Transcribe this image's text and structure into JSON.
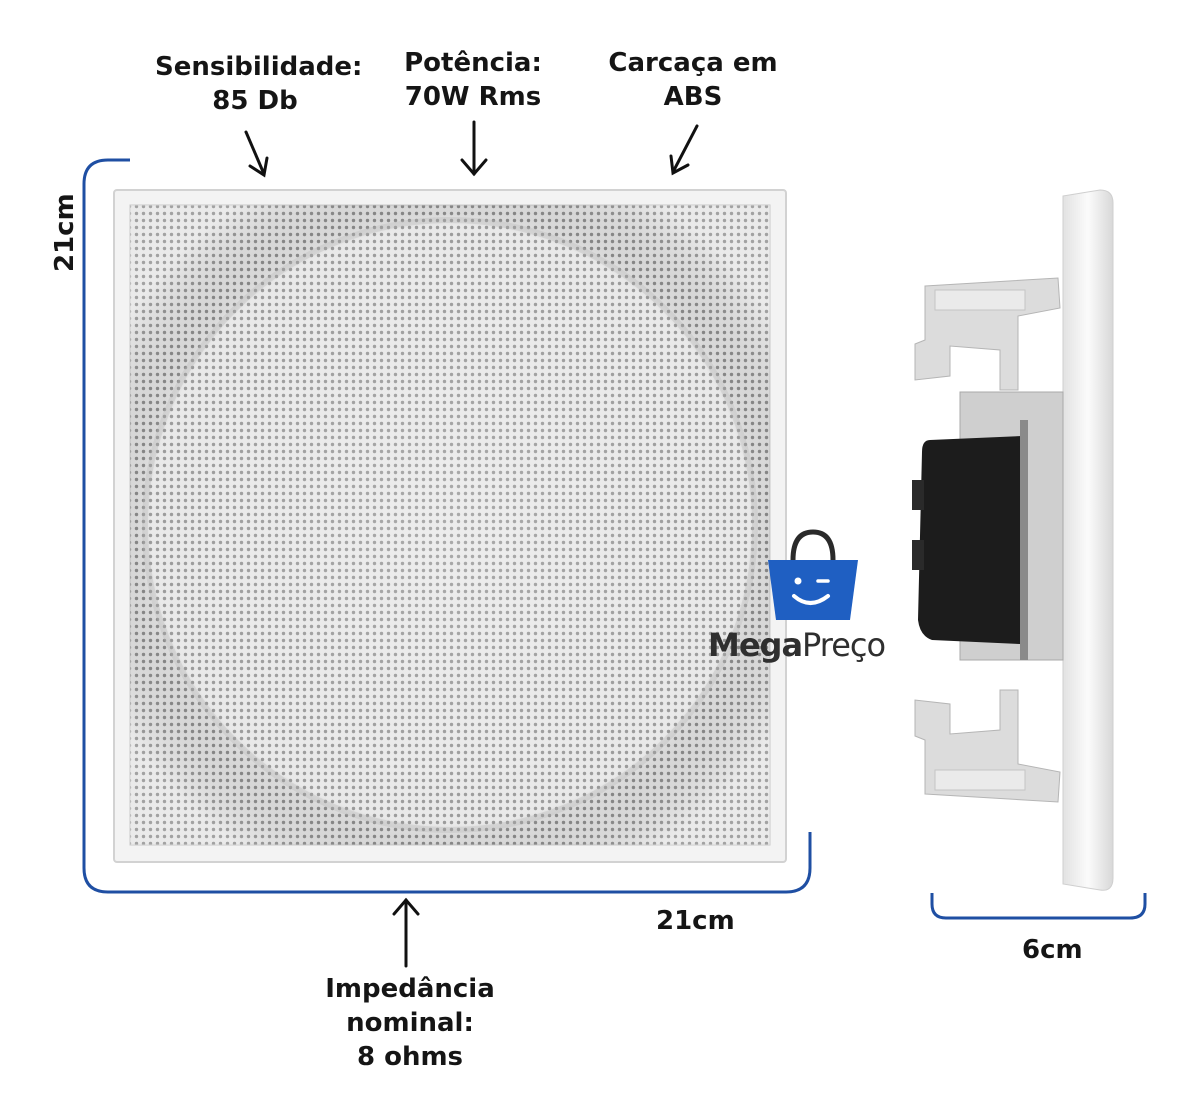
{
  "labels": {
    "sensitivity": [
      "Sensibilidade:",
      "85 Db"
    ],
    "power": [
      "Potência:",
      "70W Rms"
    ],
    "housing": [
      "Carcaça em",
      "ABS"
    ],
    "impedance": [
      "Impedância",
      "nominal:",
      "8 ohms"
    ]
  },
  "dimensions": {
    "height": "21cm",
    "width": "21cm",
    "depth": "6cm"
  },
  "logo": {
    "part1": "Mega",
    "part2": "Preço"
  },
  "colors": {
    "bracket": "#1f4fa3",
    "bag": "#1f5fc2",
    "grille": "#e4e4e4",
    "frame": "#f4f4f4"
  }
}
